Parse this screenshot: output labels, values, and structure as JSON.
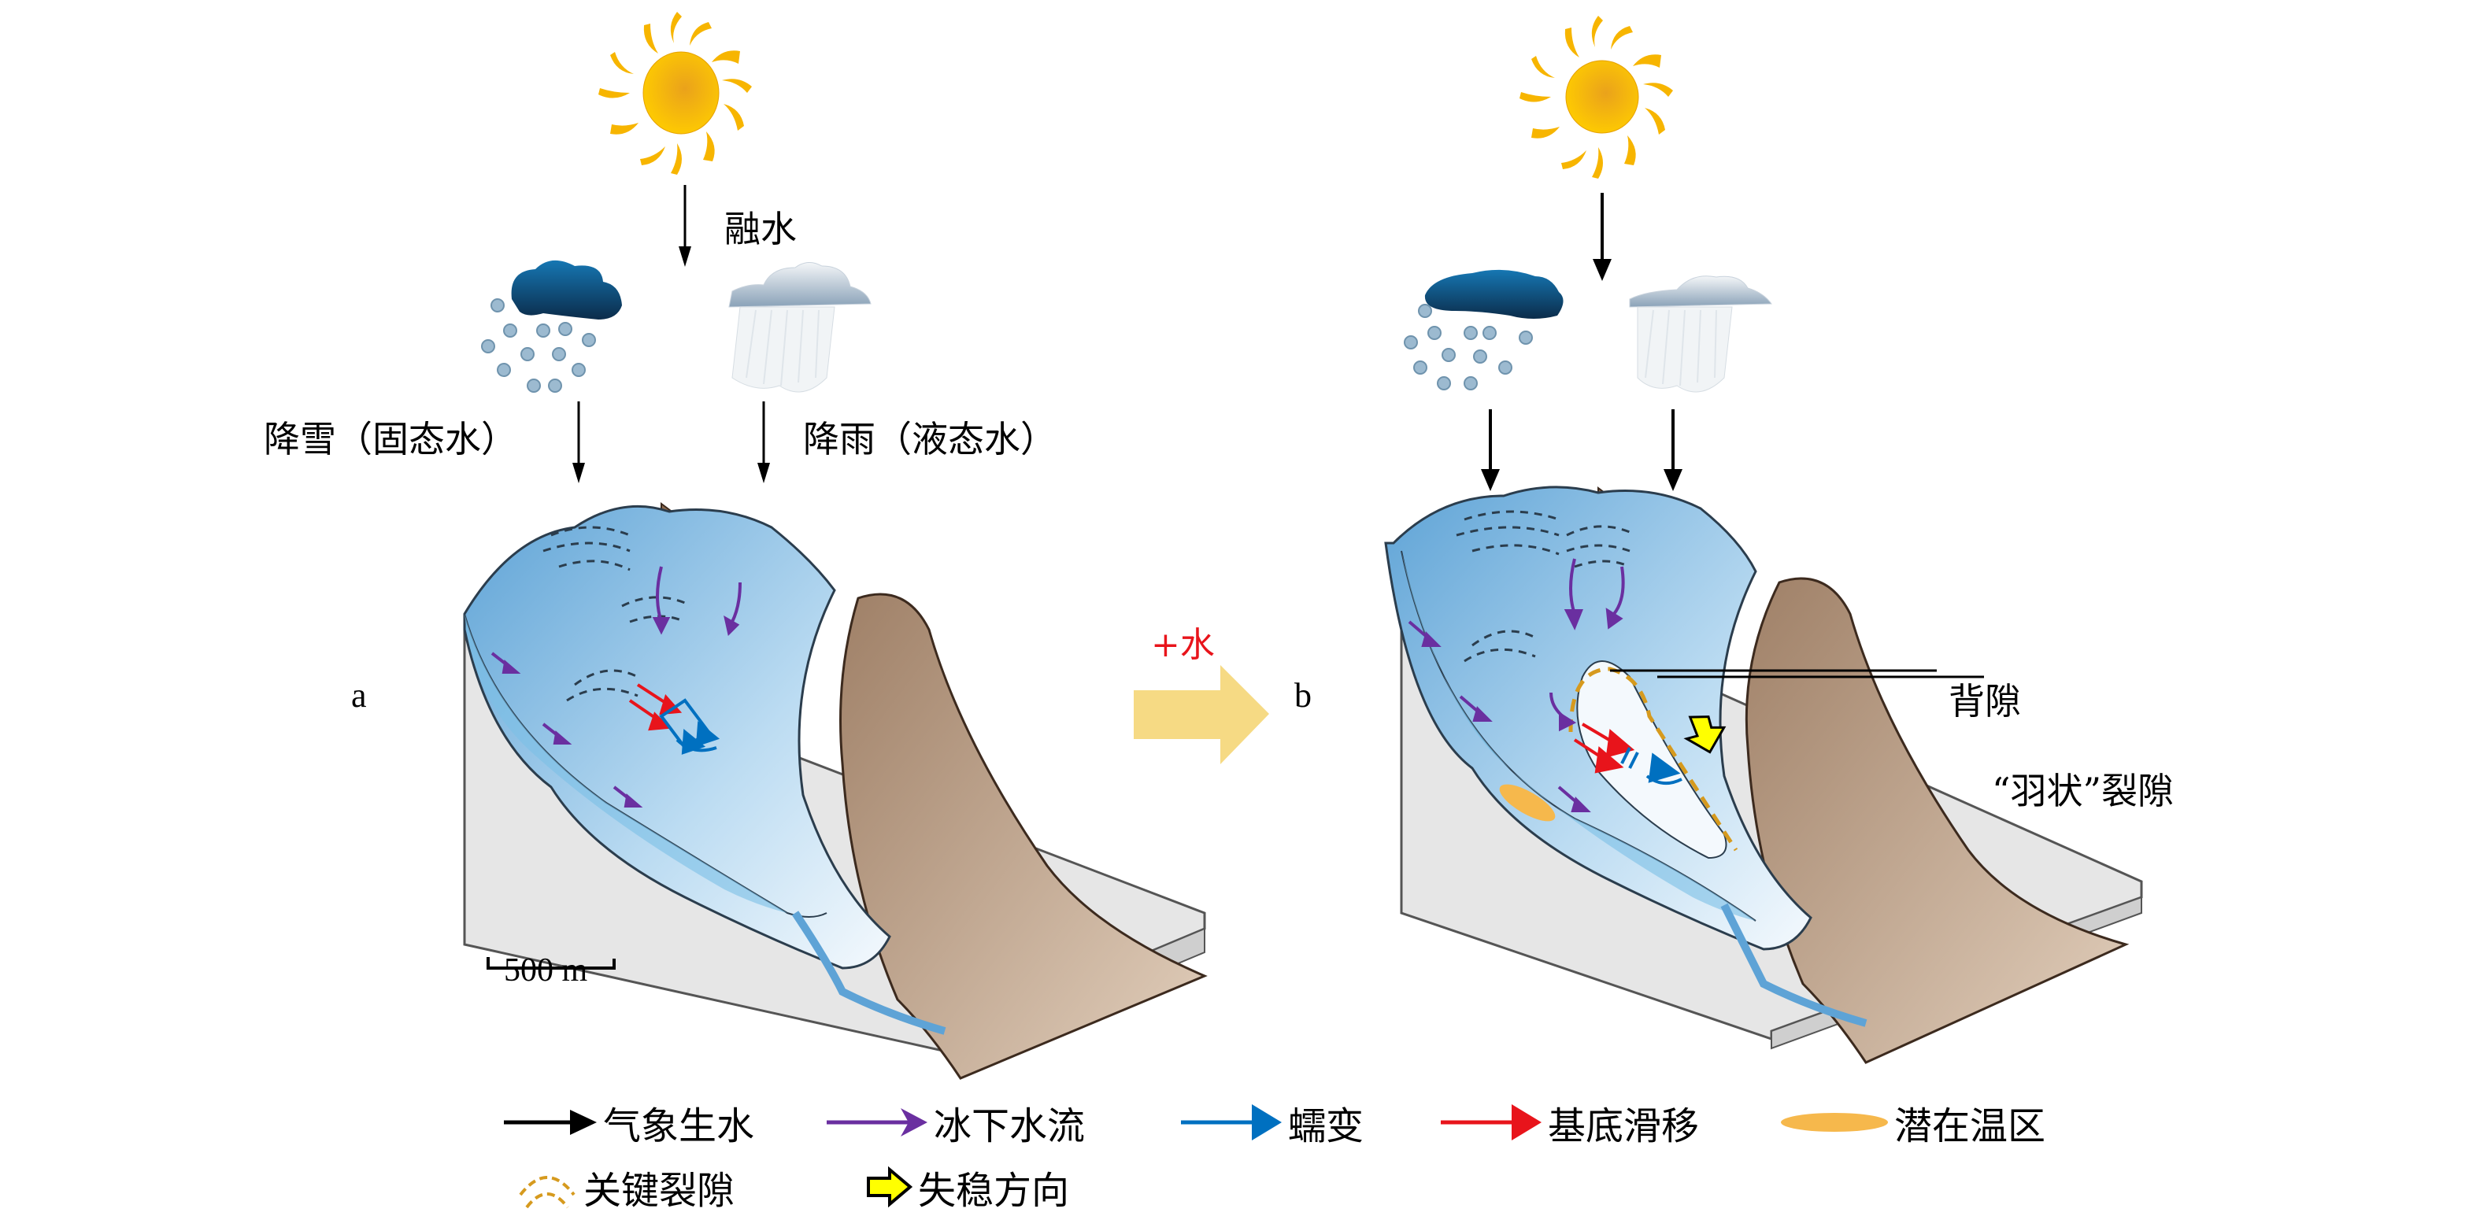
{
  "figure": {
    "panel_a": {
      "letter": "a",
      "melt_label": "融水",
      "snow_label": "降雪（固态水）",
      "rain_label": "降雨（液态水）",
      "scale_bar": "500 m"
    },
    "transition": {
      "label": "+水",
      "label_color": "#e8141b",
      "arrow_color": "#f6da84"
    },
    "panel_b": {
      "letter": "b",
      "callout_back_crevasse": "背隙",
      "callout_feather_crevasse": "“羽状”裂隙"
    },
    "legend": {
      "items": [
        {
          "label": "气象生水",
          "icon": "black-arrow-icon",
          "color": "#000000"
        },
        {
          "label": "冰下水流",
          "icon": "purple-arrow-icon",
          "color": "#6a2fa0"
        },
        {
          "label": "蠕变",
          "icon": "blue-arrow-icon",
          "color": "#0070c0"
        },
        {
          "label": "基底滑移",
          "icon": "red-arrow-icon",
          "color": "#e8141b"
        },
        {
          "label": "潜在温区",
          "icon": "orange-ellipse-icon",
          "color": "#f6b84c"
        },
        {
          "label": "关键裂隙",
          "icon": "dashed-arc-icon",
          "color": "#d69a1e"
        },
        {
          "label": "失稳方向",
          "icon": "yellow-block-arrow-icon",
          "color": "#ffff00"
        }
      ]
    },
    "colors": {
      "sun": "#f7b500",
      "ice_dark": "#5ea3d6",
      "ice_light": "#e8f3fb",
      "rock": "#c2a68c",
      "rock_dark": "#8c6a4e",
      "block_side": "#e6e6e6",
      "snow_cloud": "#0e5c8c",
      "rain_cloud": "#b8c6d2"
    }
  }
}
